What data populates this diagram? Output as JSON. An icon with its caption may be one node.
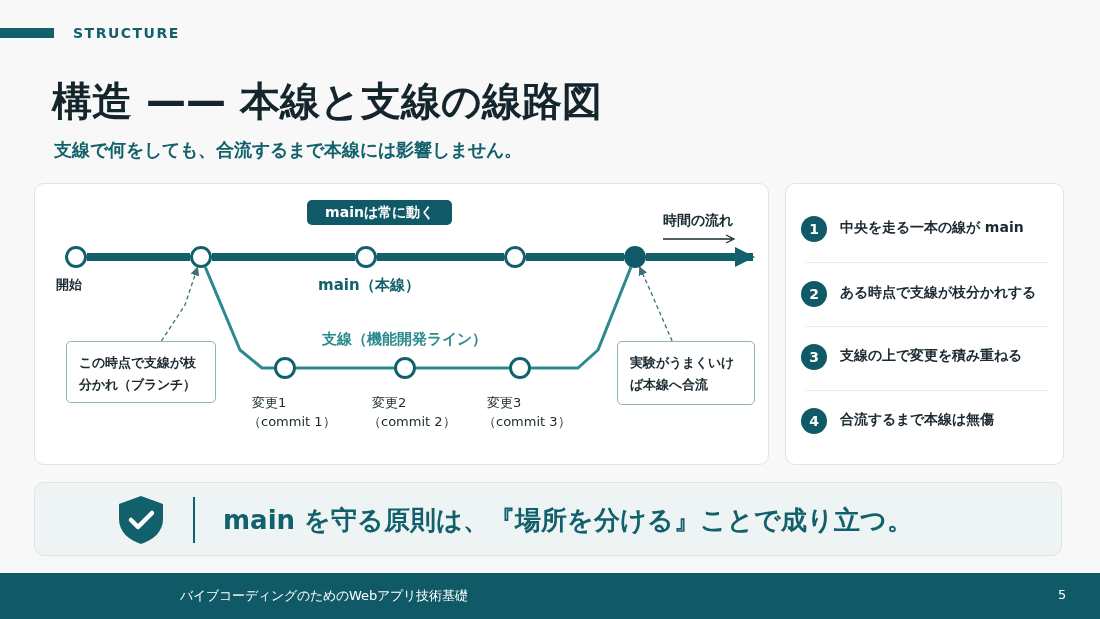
{
  "diagram": {
    "title": "構造 —— 本線と支線の線路図",
    "nodes": [
      {
        "text": [],
        "shape": "circle",
        "beside": [
          "開始"
        ]
      },
      {
        "text": [],
        "shape": "circle"
      },
      {
        "text": [],
        "shape": "circle"
      },
      {
        "text": [],
        "shape": "circle"
      },
      {
        "text": [],
        "shape": "circle"
      },
      {
        "text": [],
        "shape": "circle",
        "beside": [
          "変更1",
          "（commit 1）"
        ]
      },
      {
        "text": [],
        "shape": "circle",
        "beside": [
          "変更2",
          "（commit 2）"
        ]
      },
      {
        "text": [],
        "shape": "circle",
        "beside": [
          "変更3",
          "（commit 3）"
        ]
      },
      {
        "text": [
          "この時点で支線が枝分かれ（ブランチ）"
        ]
      },
      {
        "text": [
          "実験がうまくいけば本線へ合流"
        ]
      },
      {
        "text": [
          "mainは常に動く"
        ]
      },
      {
        "text": [
          "1"
        ],
        "beside": [
          "中央を走る一本の線が main"
        ]
      },
      {
        "text": [
          "2"
        ],
        "beside": [
          "ある時点で支線が枝分かれする"
        ]
      },
      {
        "text": [
          "3"
        ],
        "beside": [
          "支線の上で変更を積み重ねる"
        ]
      },
      {
        "text": [
          "4"
        ],
        "beside": [
          "合流するまで本線は無傷"
        ]
      },
      {
        "text": [
          "main を守る原則は、『場所を分ける』ことで成り立つ。"
        ]
      }
    ],
    "edges": [
      {
        "from": 0,
        "to": 1,
        "arrow": "none",
        "style": "thick"
      },
      {
        "from": 1,
        "to": 2,
        "arrow": "none",
        "style": "thick"
      },
      {
        "from": 2,
        "to": 3,
        "arrow": "none",
        "style": "thick"
      },
      {
        "from": 3,
        "to": 4,
        "arrow": "none",
        "style": "thick"
      },
      {
        "from": 4,
        "to": null,
        "arrow": "to",
        "style": "thick"
      },
      {
        "from": 1,
        "to": 5,
        "arrow": "none",
        "color": "#2b8a8e"
      },
      {
        "from": 5,
        "to": 6,
        "arrow": "none",
        "color": "#2b8a8e"
      },
      {
        "from": 6,
        "to": 7,
        "arrow": "none",
        "color": "#2b8a8e"
      },
      {
        "from": 7,
        "to": 4,
        "arrow": "none",
        "color": "#2b8a8e"
      },
      {
        "from": 8,
        "to": 1,
        "arrow": "to",
        "style": "dashed",
        "color": "#3d6f7a"
      },
      {
        "from": 9,
        "to": 4,
        "arrow": "to",
        "style": "dashed",
        "color": "#3d6f7a"
      }
    ],
    "labels": [
      "STRUCTURE",
      "支線で何をしても、合流するまで本線には影響しません。",
      "時間の流れ",
      "main（本線）",
      "支線（機能開発ライン）",
      "バイブコーディングのためのWebアプリ技術基礎",
      "5"
    ]
  }
}
